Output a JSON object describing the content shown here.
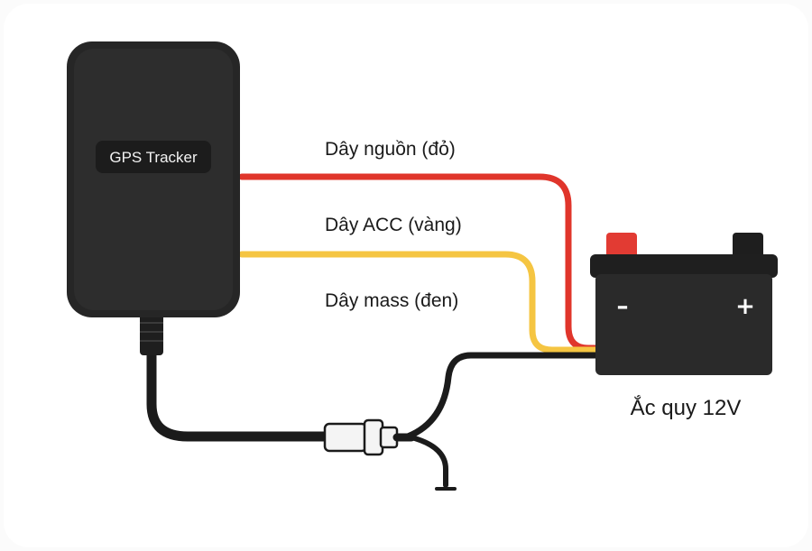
{
  "device": {
    "label": "GPS Tracker"
  },
  "wires": [
    {
      "id": "power",
      "label": "Dây nguồn (đỏ)",
      "color": "#e0352b"
    },
    {
      "id": "acc",
      "label": "Dây ACC (vàng)",
      "color": "#f5c542"
    },
    {
      "id": "ground",
      "label": "Dây mass (đen)",
      "color": "#1b1b1b"
    }
  ],
  "battery": {
    "label": "Ắc quy 12V",
    "negative_sign": "–",
    "positive_sign": "+",
    "positive_terminal_color": "#e23b33",
    "negative_terminal_color": "#1e1e1e",
    "body_color": "#2a2a2a"
  }
}
